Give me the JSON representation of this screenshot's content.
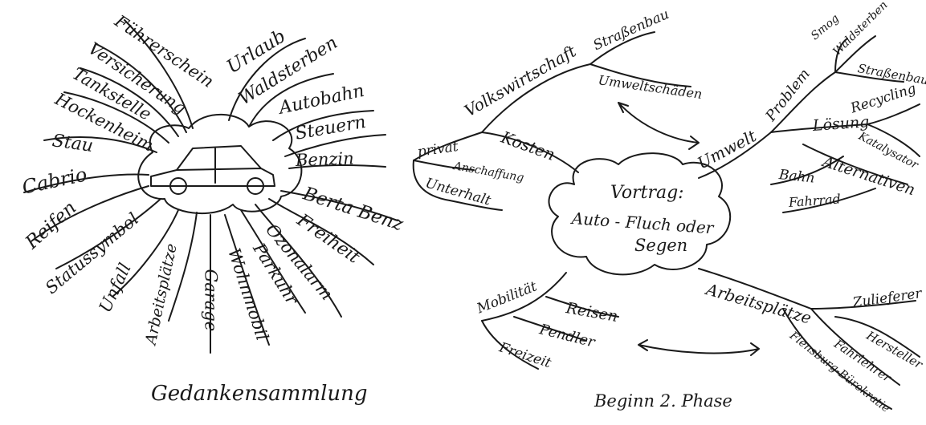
{
  "left_map": {
    "caption": "Gedankensammlung",
    "center_icon": "car-icon",
    "branches": [
      "Führerschein",
      "Versicherung",
      "Tankstelle",
      "Hockenheim",
      "Stau",
      "Cabrio",
      "Reifen",
      "Statussymbol",
      "Unfall",
      "Arbeitsplätze",
      "Garage",
      "Wohnmobil",
      "Parkuhr",
      "Ozonalarm",
      "Freiheit",
      "Berta Benz",
      "Benzin",
      "Steuern",
      "Autobahn",
      "Waldsterben",
      "Urlaub"
    ]
  },
  "right_map": {
    "caption": "Beginn 2. Phase",
    "center": {
      "line1": "Vortrag:",
      "line2": "Auto - Fluch oder",
      "line3": "Segen"
    },
    "branches": {
      "volkswirtschaft": {
        "label": "Volkswirtschaft",
        "children": [
          "Straßenbau",
          "Umweltschäden"
        ]
      },
      "kosten": {
        "label": "Kosten",
        "children": [
          "privat",
          "Anschaffung",
          "Unterhalt"
        ]
      },
      "umwelt": {
        "label": "Umwelt",
        "problem": "Problem",
        "problem_children": [
          "Smog",
          "Waldsterben",
          "Straßenbau"
        ],
        "loesung": "Lösung",
        "loesung_children": [
          "Recycling",
          "Katalysator"
        ],
        "alternativen": "Alternativen",
        "alternativen_children": [
          "Bahn",
          "Fahrrad"
        ]
      },
      "arbeitsplaetze": {
        "label": "Arbeitsplätze",
        "children": [
          "Zulieferer",
          "Hersteller",
          "Fahrlehrer",
          "Flensburg-Bürokratie"
        ]
      },
      "mobilitaet": {
        "label": "Mobilität",
        "children": [
          "Reisen",
          "Pendler",
          "Freizeit"
        ]
      }
    }
  }
}
